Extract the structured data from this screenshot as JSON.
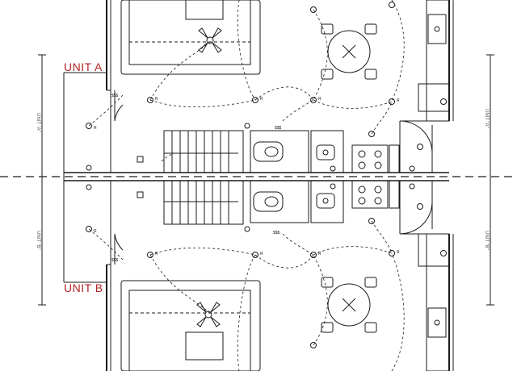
{
  "drawing": {
    "unit_a_label": "UNIT A",
    "unit_b_label": "UNIT B",
    "dim_left_top": "UNIT \"A\"",
    "dim_left_bottom": "UNIT \"B\"",
    "dim_right_top": "UNIT \"A\"",
    "dim_right_bottom": "UNIT \"B\"",
    "switch_symbol": "$$$",
    "light_symbol": "R"
  },
  "colors": {
    "line": "#1a1a1a",
    "label_red": "#b22222",
    "background": "#ffffff"
  }
}
